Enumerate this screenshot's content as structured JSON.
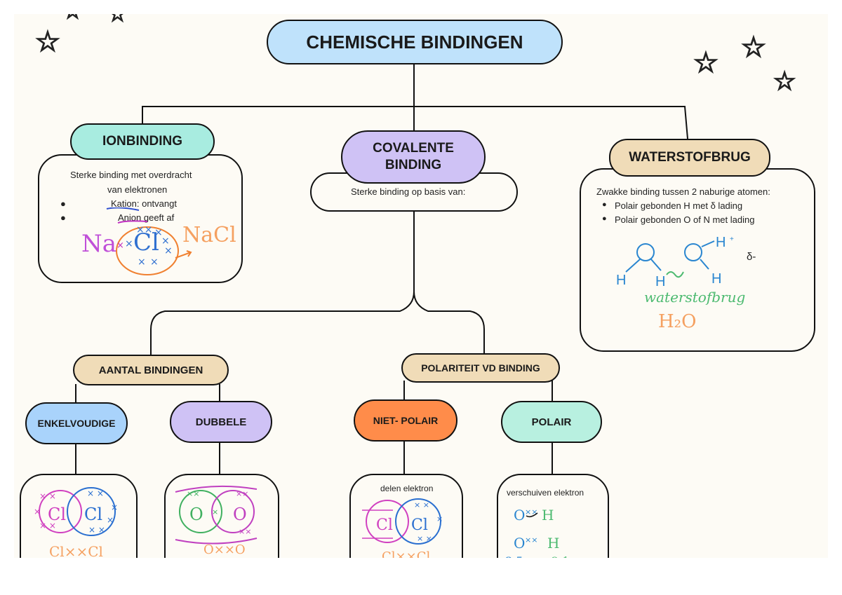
{
  "title": "CHEMISCHE BINDINGEN",
  "colors": {
    "title": "#bfe2fb",
    "ion": "#a8ece0",
    "covalent": "#cfc2f5",
    "waterstof": "#f0dcb8",
    "category": "#f0dcb8",
    "enkel": "#a9d3fb",
    "dubbel": "#cfc2f5",
    "nietpolair": "#ff8c4a",
    "polair": "#b8f0e0"
  },
  "ionbinding": {
    "label": "IONBINDING",
    "desc_line1": "Sterke binding met overdracht",
    "desc_line2": "van elektronen",
    "item1": "Kation: ontvangt",
    "item2": "Anion geeft af",
    "sketch_na": "Na",
    "sketch_cl": "Cl",
    "sketch_nacl": "NaCl"
  },
  "covalent": {
    "label_line1": "COVALENTE",
    "label_line2": "BINDING",
    "desc": "Sterke binding op basis van:"
  },
  "waterstofbrug": {
    "label": "WATERSTOFBRUG",
    "desc": "Zwakke binding tussen 2 naburige atomen:",
    "item1": "Polair gebonden H met δ lading",
    "item2": "Polair gebonden O of N met     lading",
    "delta": "δ-",
    "sketch_caption": "waterstofbrug",
    "sketch_formula": "H₂O"
  },
  "aantal": {
    "label": "AANTAL BINDINGEN"
  },
  "polariteit": {
    "label": "POLARITEIT VD BINDING"
  },
  "enkel": {
    "label": "ENKELVOUDIGE"
  },
  "dubbel": {
    "label": "DUBBELE"
  },
  "nietpolair": {
    "label": "NIET- POLAIR",
    "desc": "delen elektron"
  },
  "polair": {
    "label": "POLAIR",
    "desc": "verschuiven elektron"
  }
}
